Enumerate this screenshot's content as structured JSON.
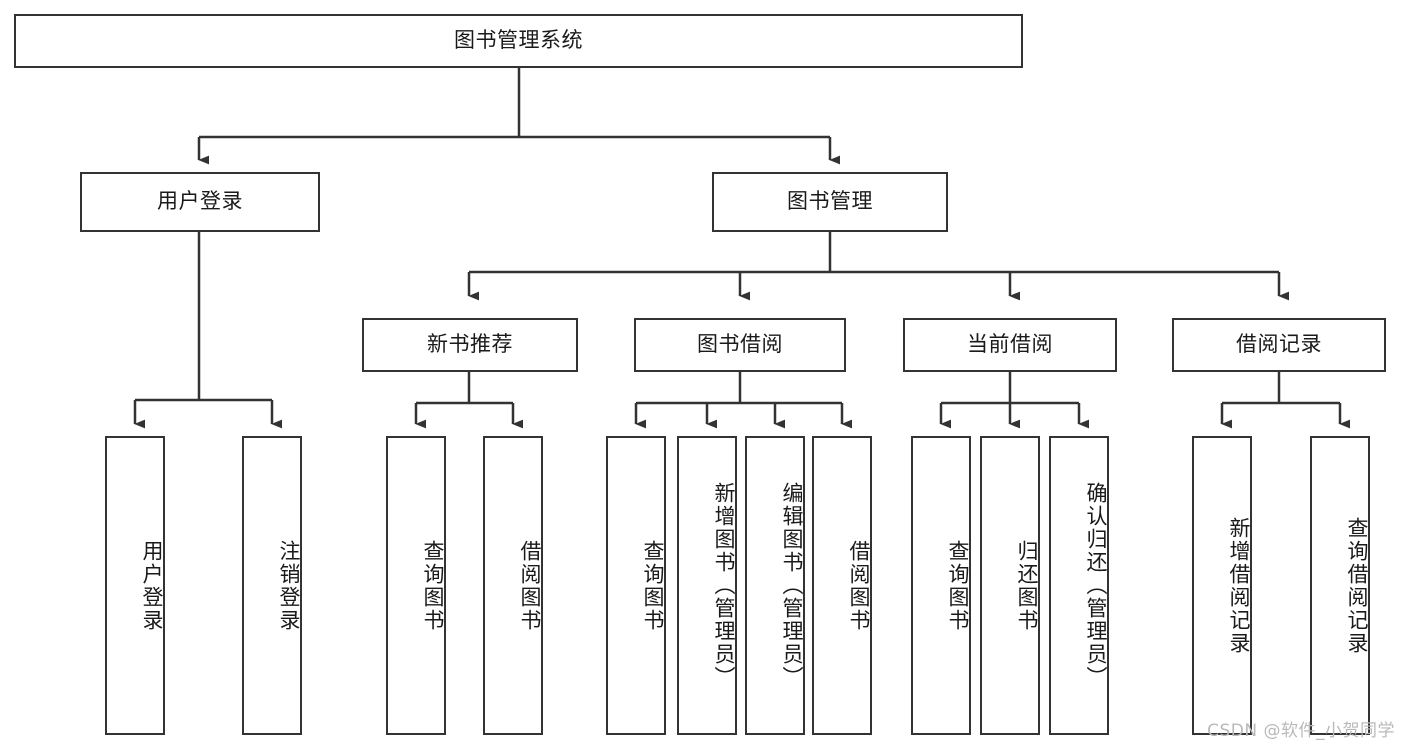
{
  "diagram": {
    "title": "图书管理系统",
    "watermark": "CSDN @软件_小贺同学",
    "line_color": "#333333",
    "box_fill": "#ffffff",
    "text_color": "#1a1a1a",
    "nodes": {
      "root": "图书管理系统",
      "level2": {
        "user_login": "用户登录",
        "book_manage": "图书管理"
      },
      "level3": {
        "new_book_recommend": "新书推荐",
        "book_borrow": "图书借阅",
        "current_borrow": "当前借阅",
        "borrow_record": "借阅记录"
      },
      "leaves": {
        "user_login_1": "用户登录",
        "user_login_2": "注销登录",
        "new_book_1": "查询图书",
        "new_book_2": "借阅图书",
        "book_borrow_1": "查询图书",
        "book_borrow_2": "新增图书（管理员）",
        "book_borrow_3": "编辑图书（管理员）",
        "book_borrow_4": "借阅图书",
        "current_borrow_1": "查询图书",
        "current_borrow_2": "归还图书",
        "current_borrow_3": "确认归还（管理员）",
        "borrow_record_1": "新增借阅记录",
        "borrow_record_2": "查询借阅记录"
      }
    }
  }
}
